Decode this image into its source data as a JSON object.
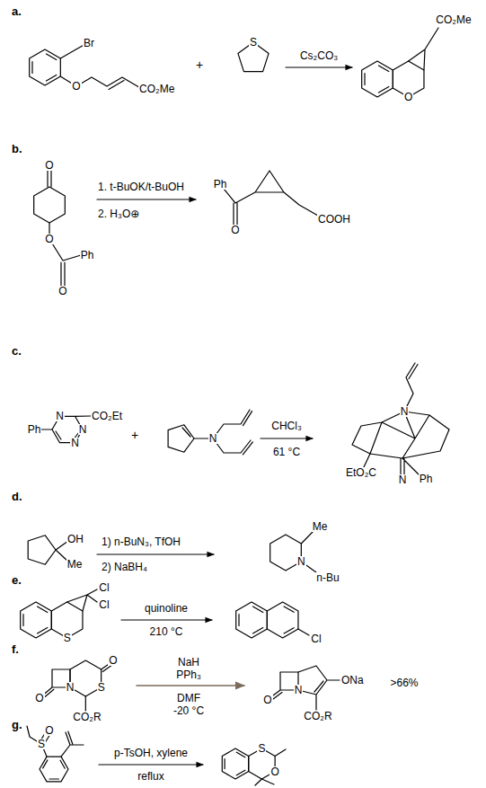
{
  "diagram": {
    "labels": [
      "a.",
      "Br",
      "O",
      "CO₂Me",
      "+",
      "S",
      "Cs₂CO₃",
      "CO₂Me",
      "O",
      "b.",
      "O",
      "O",
      "Ph",
      "O",
      "1. t-BuOK/t-BuOH",
      "2. H₃O⊕",
      "Ph",
      "O",
      "COOH",
      "c.",
      "Ph",
      "N",
      "CO₂Et",
      "N",
      "N",
      "+",
      "N",
      "CHCl₃",
      "61 °C",
      "N",
      "EtO₂C",
      "N",
      "Ph",
      "d.",
      "OH",
      "Me",
      "1) n-BuN₃, TfOH",
      "2) NaBH₄",
      "Me",
      "N",
      "n-Bu",
      "e.",
      "Cl",
      "Cl",
      "S",
      "quinoline",
      "210 °C",
      "Cl",
      "f.",
      "O",
      "N",
      "S",
      "O",
      "CO₂R",
      "NaH",
      "PPh₃",
      "DMF",
      "-20 °C",
      "N",
      "ONa",
      "O",
      "CO₂R",
      ">66%",
      "g.",
      "S",
      "O",
      "p-TsOH, xylene",
      "reflux",
      "S",
      "O"
    ]
  }
}
